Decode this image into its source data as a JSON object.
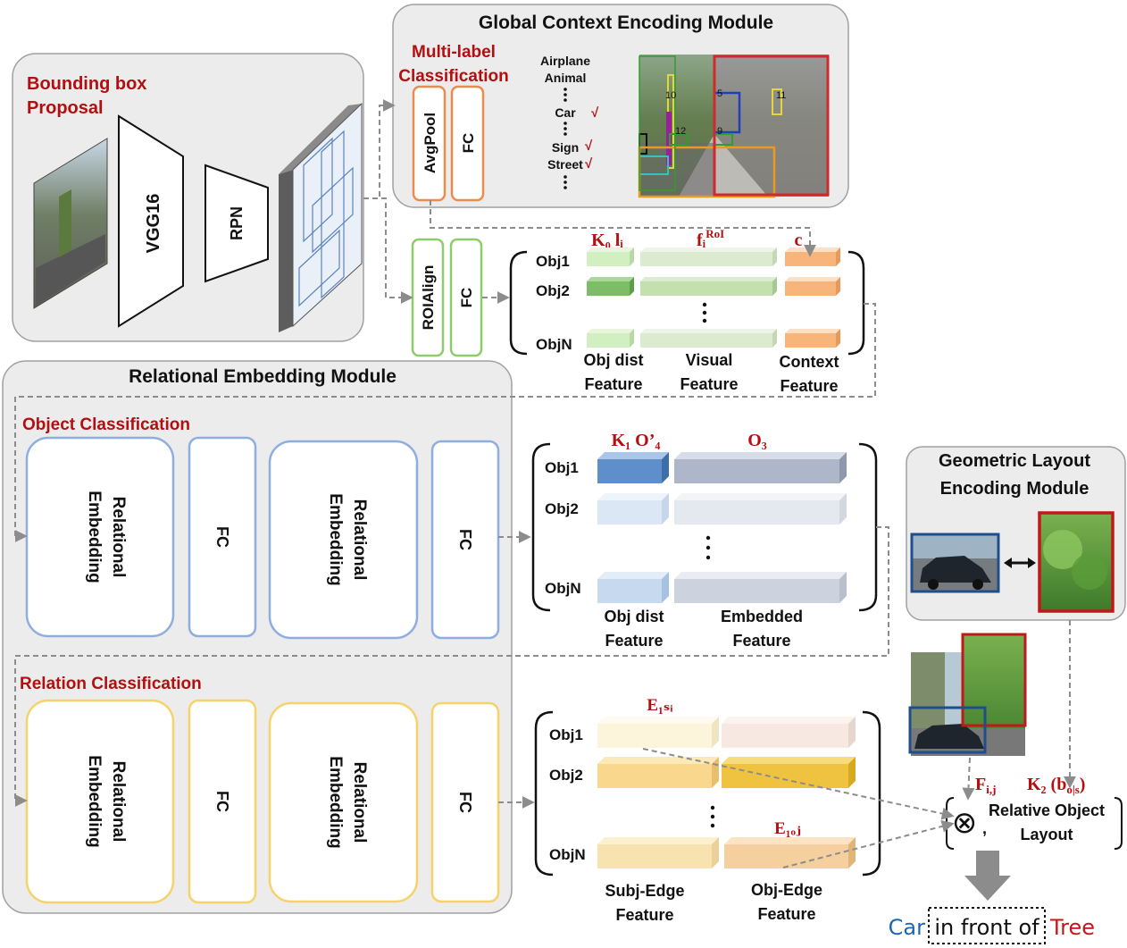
{
  "bbox_module": {
    "title_line1": "Bounding box",
    "title_line2": "Proposal",
    "vgg_label": "VGG16",
    "rpn_label": "RPN"
  },
  "global_module": {
    "title": "Global Context Encoding Module",
    "mlc_line1": "Multi-label",
    "mlc_line2": "Classification",
    "avgpool_label": "AvgPool",
    "fc_label": "FC",
    "classes": [
      "Airplane",
      "Animal",
      "Car",
      "Sign",
      "Street"
    ],
    "checked": [
      "Car",
      "Sign",
      "Street"
    ],
    "check_mark": "√",
    "box_numbers": [
      "10",
      "5",
      "11",
      "9",
      "12"
    ]
  },
  "roi": {
    "roialign_label": "ROIAlign",
    "fc_label": "FC"
  },
  "object_features": {
    "header_k0": "K₀ lᵢ",
    "header_f": "fᵢ",
    "header_f_sup": "RoI",
    "header_c": "c",
    "rows": [
      "Obj1",
      "Obj2",
      "ObjN"
    ],
    "col1_line1": "Obj dist",
    "col1_line2": "Feature",
    "col2_line1": "Visual",
    "col2_line2": "Feature",
    "col3_line1": "Context",
    "col3_line2": "Feature"
  },
  "relational_module": {
    "title": "Relational Embedding Module",
    "object_classification": "Object Classification",
    "relation_classification": "Relation Classification",
    "re_line1": "Relational",
    "re_line2": "Embedding",
    "fc_label": "FC"
  },
  "embedded_features": {
    "header_k1": "K₁ O’₄",
    "header_o3": "O₃",
    "rows": [
      "Obj1",
      "Obj2",
      "ObjN"
    ],
    "col1_line1": "Obj dist",
    "col1_line2": "Feature",
    "col2_line1": "Embedded",
    "col2_line2": "Feature"
  },
  "edge_features": {
    "header_e1si": "E₁ₛᵢ",
    "header_e1oj": "E₁ₒⱼ",
    "rows": [
      "Obj1",
      "Obj2",
      "ObjN"
    ],
    "col1_line1": "Subj-Edge",
    "col1_line2": "Feature",
    "col2_line1": "Obj-Edge",
    "col2_line2": "Feature"
  },
  "geometric_module": {
    "title_line1": "Geometric Layout",
    "title_line2": "Encoding Module"
  },
  "relative_layout": {
    "f_label": "F",
    "f_sub": "i,j",
    "k2_label": "K₂ (b",
    "k2_sub": "o|s",
    "k2_close": ")",
    "line1": "Relative Object",
    "line2": "Layout",
    "op_symbol": "⊗",
    "comma": ","
  },
  "result": {
    "subject": "Car",
    "predicate": "in front of",
    "object": "Tree"
  },
  "colors": {
    "module_bg": "#ececec",
    "title_red": "#b40f10",
    "orange_box": "#e98c4e",
    "green_box": "#8fcb6a",
    "blue_box": "#8faee0",
    "yellow_box": "#f6d36a",
    "subject_blue": "#1f66b0",
    "object_red": "#c0191b"
  }
}
